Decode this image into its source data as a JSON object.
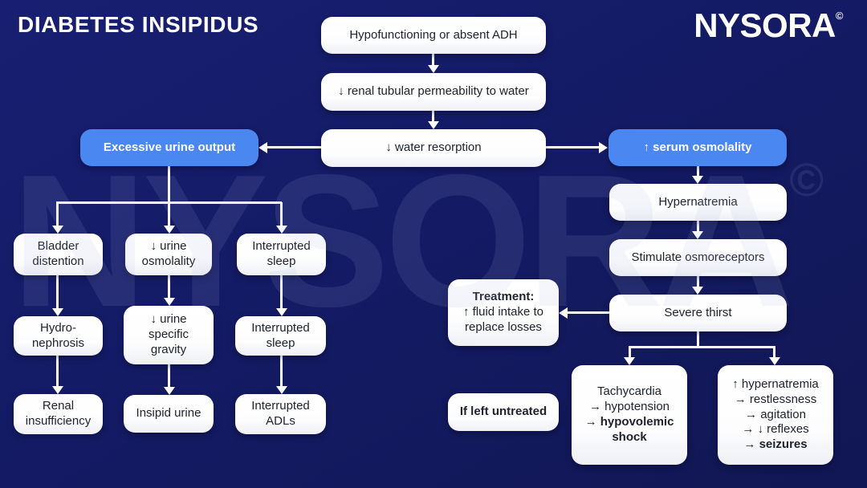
{
  "header": {
    "title": "DIABETES INSIPIDUS",
    "brand": "NYSORA",
    "brand_mark": "©"
  },
  "watermark": {
    "text": "NYSORA",
    "mark": "©"
  },
  "colors": {
    "background": "#141B65",
    "accent_blue_box": "#4A87F0",
    "white_box": "#FFFFFF",
    "dark_text": "#20242E",
    "arrow": "#FFFFFF"
  },
  "nodes": {
    "adh": {
      "text": "Hypofunctioning or absent ADH"
    },
    "renal_permeability": {
      "text": "↓ renal tubular permeability to water"
    },
    "excessive_urine": {
      "text": "Excessive urine output"
    },
    "water_resorption": {
      "text": "↓ water resorption"
    },
    "serum_osmolality": {
      "text": "↑ serum osmolality"
    },
    "bladder_distention": {
      "text": "Bladder distention"
    },
    "urine_osmolality": {
      "text": "↓ urine osmolality"
    },
    "interrupted_sleep_1": {
      "text": "Interrupted sleep"
    },
    "hydronephrosis": {
      "line1": "Hydro-",
      "line2": "nephrosis"
    },
    "urine_specific_gravity": {
      "text": "↓ urine specific gravity"
    },
    "interrupted_sleep_2": {
      "text": "Interrupted sleep"
    },
    "renal_insufficiency": {
      "text": "Renal insufficiency"
    },
    "insipid_urine": {
      "text": "Insipid urine"
    },
    "interrupted_adls": {
      "text": "Interrupted ADLs"
    },
    "hypernatremia": {
      "text": "Hypernatremia"
    },
    "stimulate_osmoreceptors": {
      "text": "Stimulate osmoreceptors"
    },
    "severe_thirst": {
      "text": "Severe thirst"
    },
    "treatment": {
      "label": "Treatment:",
      "body": "↑ fluid intake to replace losses"
    },
    "if_left_untreated": {
      "text": "If left untreated"
    },
    "tachycardia": {
      "line1": "Tachycardia",
      "line2": "→ hypotension",
      "line3_prefix": "→ ",
      "line3_bold": "hypovolemic shock"
    },
    "hypernatremia_symptoms": {
      "line1": "↑ hypernatremia",
      "line2": "→ restlessness",
      "line3": "→ agitation",
      "line4": "→ ↓ reflexes",
      "line5_prefix": "→ ",
      "line5_bold": "seizures"
    }
  }
}
